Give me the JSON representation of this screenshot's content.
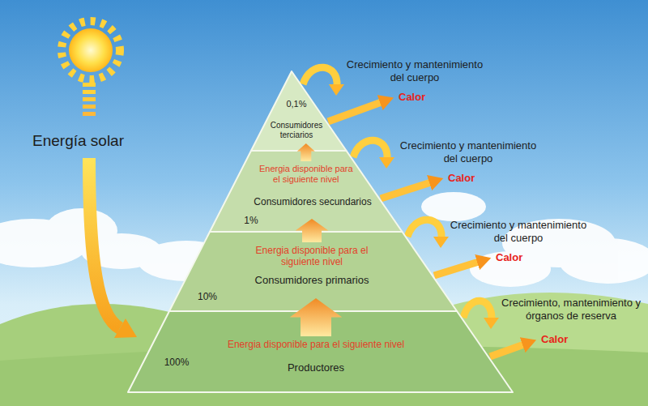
{
  "diagram": {
    "nodes": [
      {
        "text": [
          "0,1%",
          "Consumidores terciarios"
        ]
      },
      {
        "text": [
          "Energia disponible para el siguiente nivel",
          "Consumidores secundarios",
          "1%"
        ]
      },
      {
        "text": [
          "Energia disponible para el siguiente nivel",
          "Consumidores primarios",
          "10%"
        ]
      },
      {
        "text": [
          "Energia disponible para el siguiente nivel",
          "Productores",
          "100%"
        ]
      }
    ],
    "edges": [
      {
        "from": 3,
        "to": 2,
        "arrow": "to"
      },
      {
        "from": 2,
        "to": 1,
        "arrow": "to"
      },
      {
        "from": 1,
        "to": 0,
        "arrow": "to"
      }
    ],
    "labels": [
      "Energía solar",
      "Crecimiento y mantenimiento del cuerpo",
      "Calor",
      "Crecimiento y mantenimiento del cuerpo",
      "Calor",
      "Crecimiento y mantenimiento del cuerpo",
      "Calor",
      "Crecimiento, mantenimiento y órganos de reserva",
      "Calor"
    ]
  }
}
